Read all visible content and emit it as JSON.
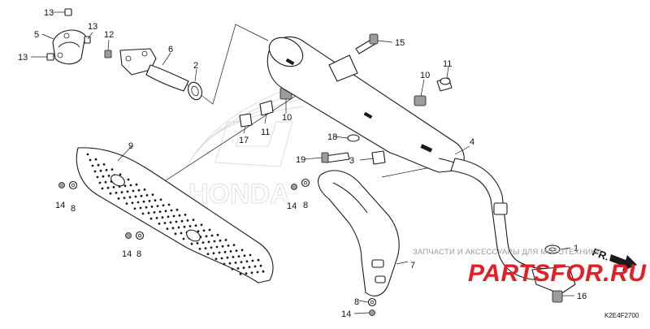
{
  "diagram": {
    "code": "K2E4F2700",
    "front_marker": "FR.",
    "callouts": [
      "1",
      "2",
      "3",
      "4",
      "5",
      "6",
      "7",
      "8",
      "8",
      "8",
      "8",
      "9",
      "10",
      "10",
      "11",
      "11",
      "12",
      "13",
      "13",
      "13",
      "14",
      "14",
      "14",
      "14",
      "15",
      "16",
      "17",
      "18",
      "19"
    ]
  },
  "watermark": {
    "caption": "ЗАПЧАСТИ И АКСЕССУАРЫ ДЛЯ МОТОТЕХНИКИ",
    "logo": "PARTSFOR.RU",
    "brand": "HONDA"
  }
}
